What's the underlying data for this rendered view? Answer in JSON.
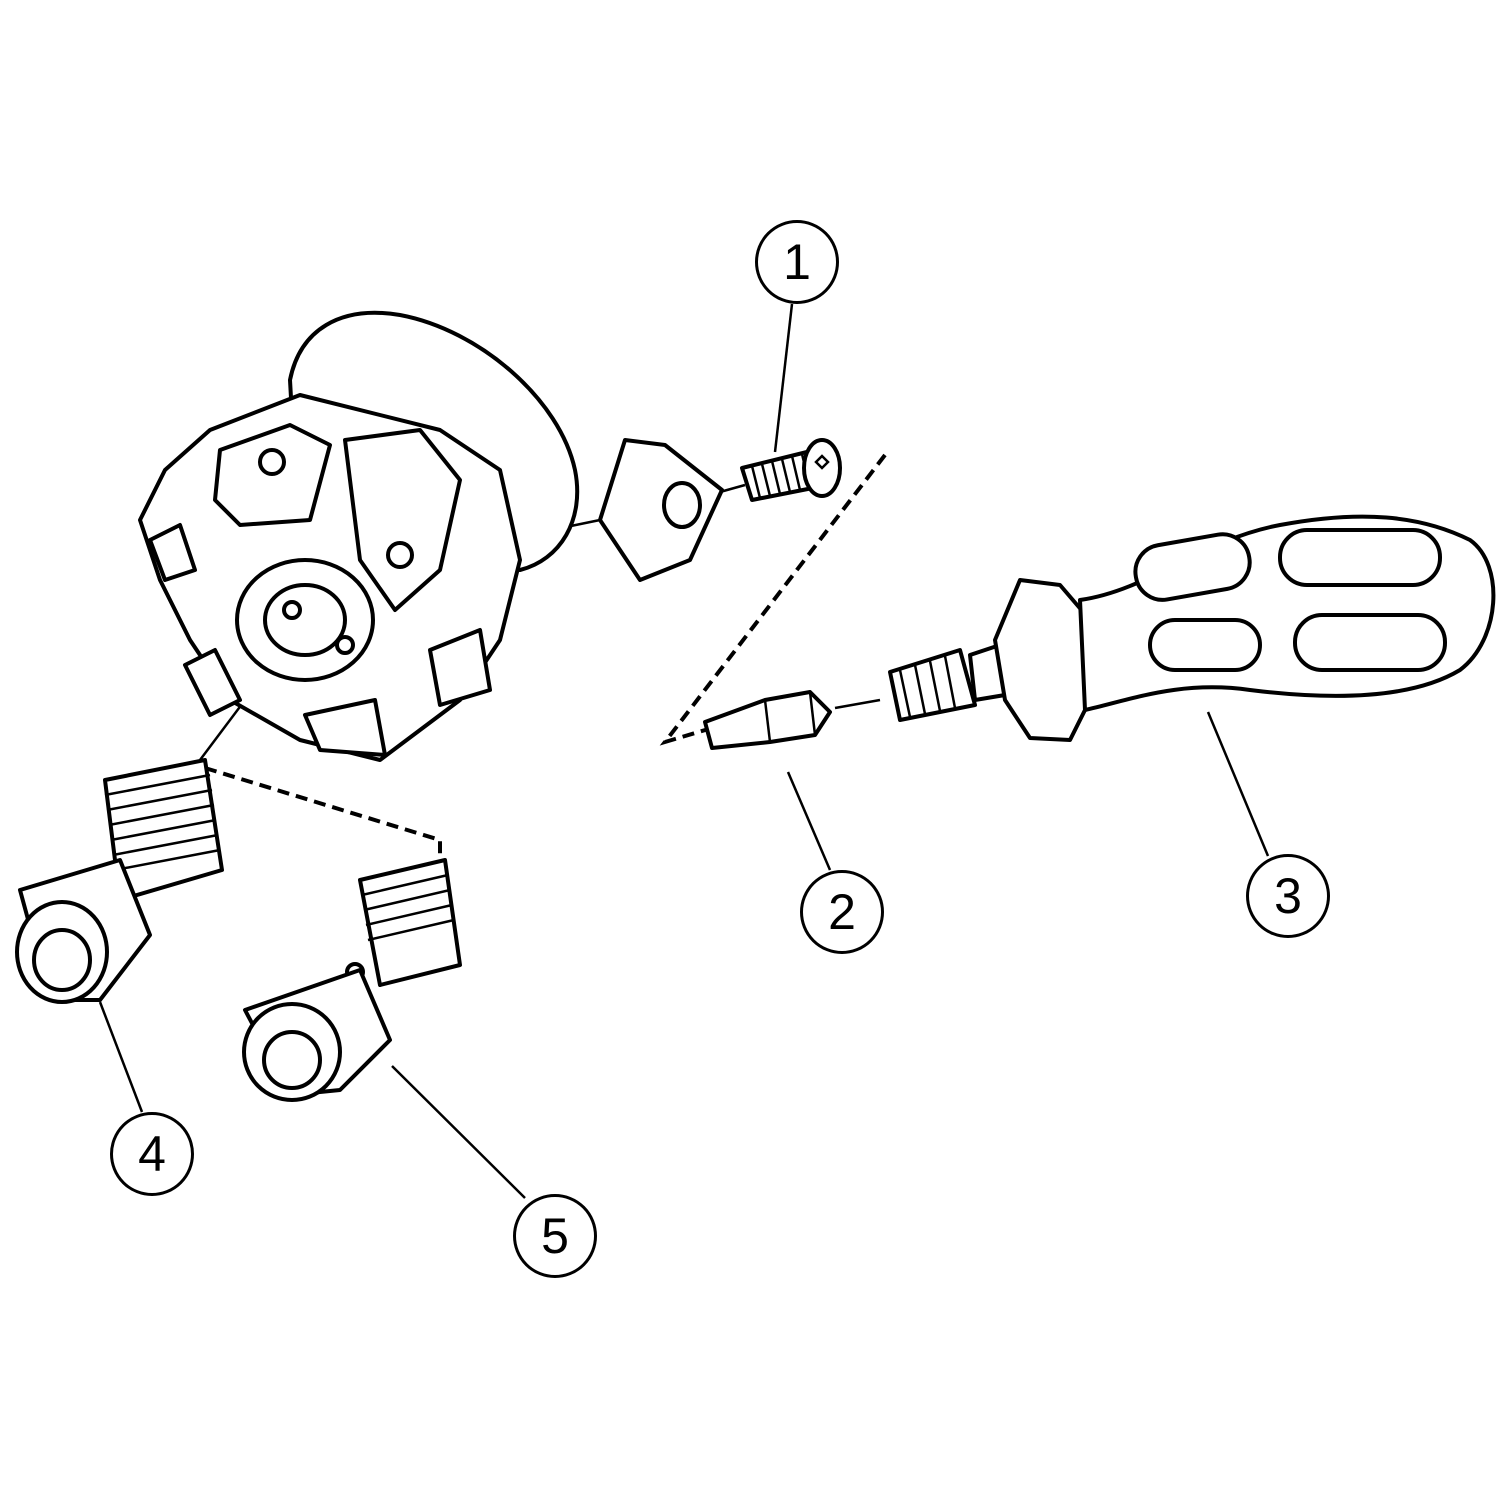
{
  "diagram": {
    "callouts": [
      {
        "label": "1",
        "part": "insert-screw"
      },
      {
        "label": "2",
        "part": "torx-bit"
      },
      {
        "label": "3",
        "part": "screwdriver-handle"
      },
      {
        "label": "4",
        "part": "cap-screw"
      },
      {
        "label": "5",
        "part": "cap-screw-with-coolant-hole"
      }
    ]
  }
}
